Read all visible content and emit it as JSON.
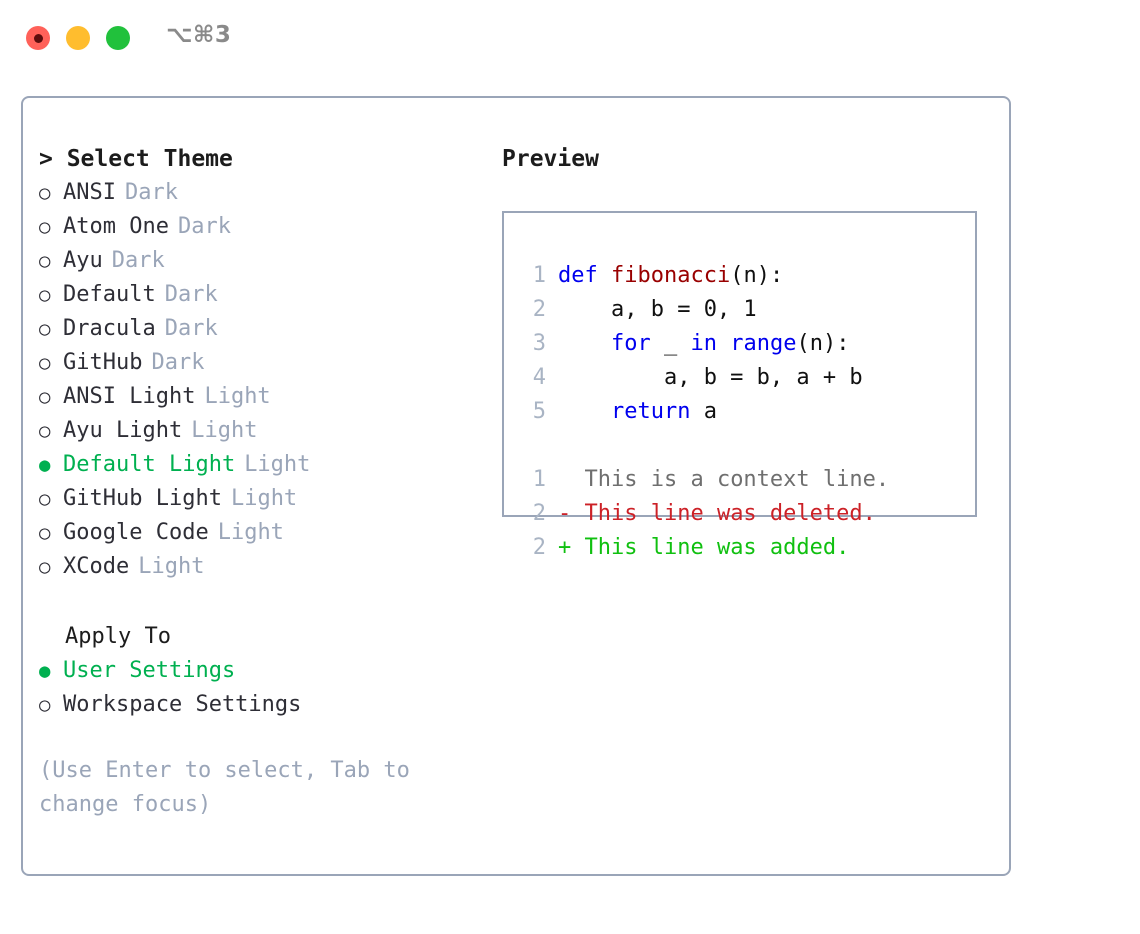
{
  "titlebar": {
    "shortcut": "⌥⌘3",
    "lights": [
      {
        "name": "close",
        "color": "#ff6159"
      },
      {
        "name": "minimize",
        "color": "#ffbd2e"
      },
      {
        "name": "maximize",
        "color": "#21c13c"
      }
    ]
  },
  "theme_list": {
    "header": "> Select Theme",
    "items": [
      {
        "marker": "○",
        "label": "ANSI",
        "tag": "Dark",
        "selected": false
      },
      {
        "marker": "○",
        "label": "Atom One",
        "tag": "Dark",
        "selected": false
      },
      {
        "marker": "○",
        "label": "Ayu",
        "tag": "Dark",
        "selected": false
      },
      {
        "marker": "○",
        "label": "Default",
        "tag": "Dark",
        "selected": false
      },
      {
        "marker": "○",
        "label": "Dracula",
        "tag": "Dark",
        "selected": false
      },
      {
        "marker": "○",
        "label": "GitHub",
        "tag": "Dark",
        "selected": false
      },
      {
        "marker": "○",
        "label": "ANSI Light",
        "tag": "Light",
        "selected": false
      },
      {
        "marker": "○",
        "label": "Ayu Light",
        "tag": "Light",
        "selected": false
      },
      {
        "marker": "●",
        "label": "Default Light",
        "tag": "Light",
        "selected": true
      },
      {
        "marker": "○",
        "label": "GitHub Light",
        "tag": "Light",
        "selected": false
      },
      {
        "marker": "○",
        "label": "Google Code",
        "tag": "Light",
        "selected": false
      },
      {
        "marker": "○",
        "label": "XCode",
        "tag": "Light",
        "selected": false
      }
    ]
  },
  "apply_to": {
    "header": "Apply To",
    "items": [
      {
        "marker": "●",
        "label": "User Settings",
        "selected": true
      },
      {
        "marker": "○",
        "label": "Workspace Settings",
        "selected": false
      }
    ]
  },
  "hint": "(Use Enter to select, Tab to change focus)",
  "preview": {
    "title": "Preview",
    "code_lines": [
      {
        "number": "1",
        "tokens": [
          {
            "text": "def ",
            "type": "keyword"
          },
          {
            "text": "fibonacci",
            "type": "function"
          },
          {
            "text": "(n):",
            "type": "plain"
          }
        ]
      },
      {
        "number": "2",
        "tokens": [
          {
            "text": "    a, b = 0, 1",
            "type": "plain"
          }
        ]
      },
      {
        "number": "3",
        "tokens": [
          {
            "text": "    ",
            "type": "plain"
          },
          {
            "text": "for",
            "type": "keyword"
          },
          {
            "text": " _ ",
            "type": "plain"
          },
          {
            "text": "in",
            "type": "keyword"
          },
          {
            "text": " ",
            "type": "plain"
          },
          {
            "text": "range",
            "type": "builtin"
          },
          {
            "text": "(n):",
            "type": "plain"
          }
        ]
      },
      {
        "number": "4",
        "tokens": [
          {
            "text": "        a, b = b, a + b",
            "type": "plain"
          }
        ]
      },
      {
        "number": "5",
        "tokens": [
          {
            "text": "    ",
            "type": "plain"
          },
          {
            "text": "return",
            "type": "keyword"
          },
          {
            "text": " a",
            "type": "plain"
          }
        ]
      }
    ],
    "diff_lines": [
      {
        "number": "1",
        "sign": " ",
        "text": "This is a context line.",
        "type": "context"
      },
      {
        "number": "2",
        "sign": "-",
        "text": "This line was deleted.",
        "type": "deleted"
      },
      {
        "number": "2",
        "sign": "+",
        "text": "This line was added.",
        "type": "added"
      }
    ]
  },
  "colors": {
    "accent_green": "#00b050",
    "muted": "#9aa5b8",
    "keyword": "#0000ee",
    "function": "#990000",
    "diff_deleted": "#cc2127",
    "diff_added": "#10c010",
    "border": "#9aa5b8"
  }
}
